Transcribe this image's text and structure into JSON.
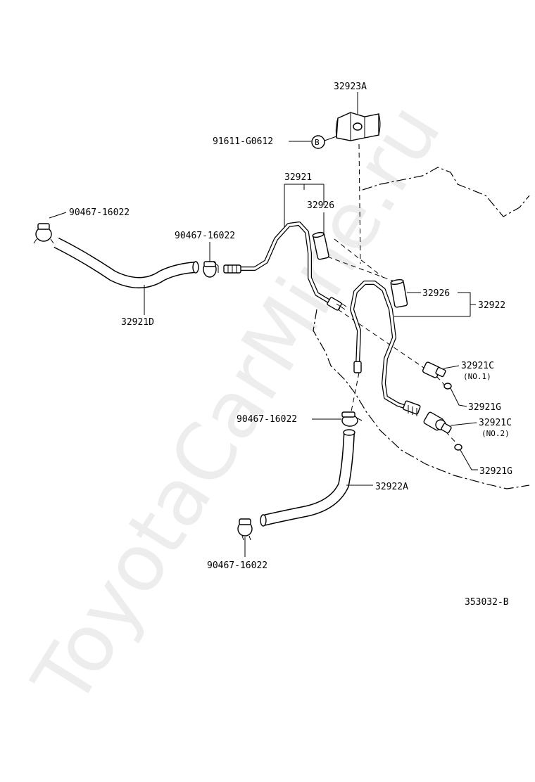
{
  "watermark": "ToyotaCarMine.ru",
  "figure_code": "353032-B",
  "labels": {
    "p32923A": "32923A",
    "p91611": "91611-G0612",
    "badge_b": "B",
    "p32921": "32921",
    "p32926_top": "32926",
    "p90467_top_left": "90467-16022",
    "p90467_top_mid": "90467-16022",
    "p32921D": "32921D",
    "p32926_right": "32926",
    "p32922": "32922",
    "p32921C_1": "32921C",
    "no1": "(NO.1)",
    "p32921G_1": "32921G",
    "p90467_mid": "90467-16022",
    "p32921C_2": "32921C",
    "no2": "(NO.2)",
    "p32921G_2": "32921G",
    "p32922A": "32922A",
    "p90467_bottom": "90467-16022"
  }
}
